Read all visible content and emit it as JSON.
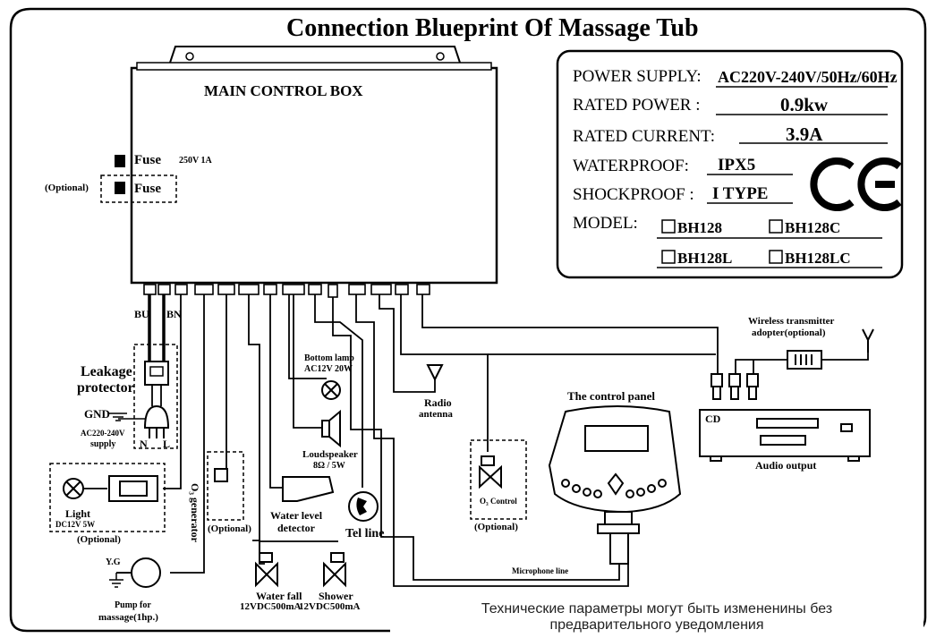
{
  "title": "Connection Blueprint Of Massage Tub",
  "main_box": {
    "label": "MAIN CONTROL BOX",
    "fuse_label": "Fuse",
    "fuse_rating": "250V 1A",
    "fuse_optional_label": "Fuse",
    "optional_tag": "(Optional)"
  },
  "specs": {
    "power_supply_label": "POWER SUPPLY:",
    "power_supply_value": "AC220V-240V/50Hz/60Hz",
    "rated_power_label": "RATED POWER :",
    "rated_power_value": "0.9kw",
    "rated_current_label": "RATED  CURRENT:",
    "rated_current_value": "3.9A",
    "waterproof_label": "WATERPROOF:",
    "waterproof_value": "IPX5",
    "shockproof_label": "SHOCKPROOF :",
    "shockproof_value": "I TYPE",
    "model_label": "MODEL:",
    "models": [
      "BH128",
      "BH128C",
      "BH128L",
      "BH128LC"
    ],
    "ce_mark": "CE"
  },
  "components": {
    "wire_bu": "BU",
    "wire_bn": "BN",
    "leakage_protector": [
      "Leakage",
      "protector"
    ],
    "gnd": "GND",
    "supply": [
      "AC220-240V",
      "supply"
    ],
    "plug_n": "N",
    "plug_l": "L",
    "light": "Light",
    "light_spec": "DC12V 5W",
    "light_optional": "(Optional)",
    "o3_generator": "O₃ generator",
    "o3_optional": "(Optional)",
    "bottom_lamp": [
      "Bottom lamp",
      "AC12V 20W"
    ],
    "loudspeaker": [
      "Loudspeaker",
      "8Ω / 5W"
    ],
    "water_level": [
      "Water level",
      "detector"
    ],
    "tel_line": "Tel line",
    "radio_antenna": [
      "Radio",
      "antenna"
    ],
    "o3_control": "O₃ Control",
    "o3_control_optional": "(Optional)",
    "control_panel": "The control panel",
    "microphone_line": "Microphone line",
    "wireless": [
      "Wireless transmitter",
      "adopter(optional)"
    ],
    "cd": "CD",
    "audio_output": "Audio output",
    "pump_yg": "Y.G",
    "pump": [
      "Pump for",
      "massage(1hp.)"
    ],
    "waterfall": [
      "Water fall",
      "12VDC500mA"
    ],
    "shower": [
      "Shower",
      "12VDC500mA"
    ]
  },
  "footer_note": [
    "Технические параметры могут быть измененины без",
    "предварительного уведомления"
  ]
}
